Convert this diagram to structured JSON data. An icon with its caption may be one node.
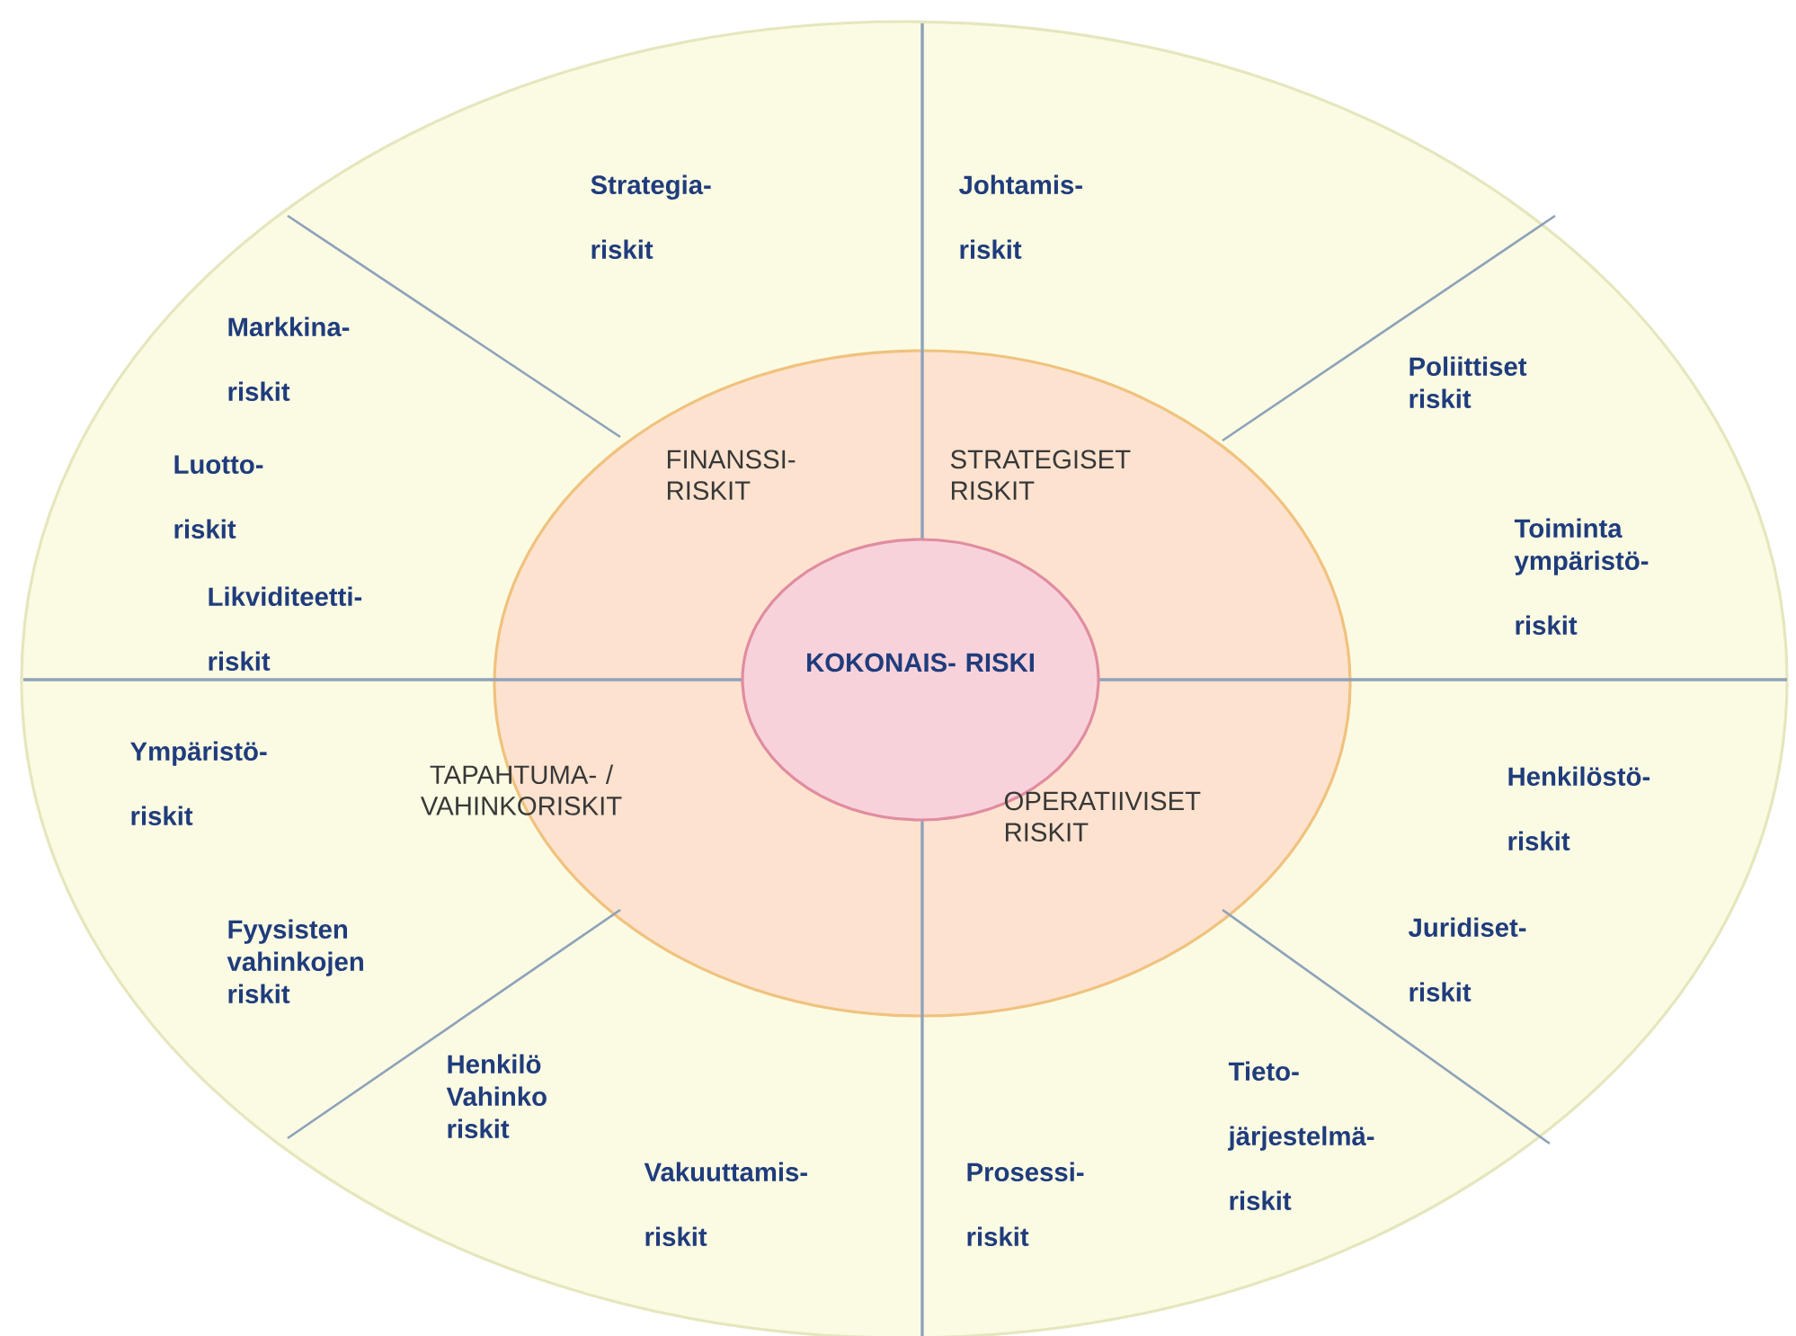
{
  "diagram": {
    "nodes": [
      {
        "text": [],
        "shape": "ellipse"
      },
      {
        "text": [
          "FINANSSI- RISKIT",
          "STRATEGISET RISKIT",
          "TAPAHTUMA- / VAHINKORISKIT",
          "OPERATIIVISET RISKIT"
        ],
        "in": 0
      },
      {
        "text": [
          "KOKONAIS- RISKI"
        ],
        "in": 1
      }
    ],
    "labels": [
      "Strategia- riskit",
      "Johtamis- riskit",
      "Markkina- riskit",
      "Poliittiset riskit",
      "Luotto- riskit",
      "Toiminta ympäristö- riskit",
      "Likviditeetti- riskit",
      "Ympäristö- riskit",
      "Henkilöstö- riskit",
      "Fyysisten vahinkojen riskit",
      "Juridiset- riskit",
      "Henkilö Vahinko riskit",
      "Tieto- järjestelmä- riskit",
      "Vakuuttamis- riskit",
      "Prosessi- riskit"
    ]
  }
}
